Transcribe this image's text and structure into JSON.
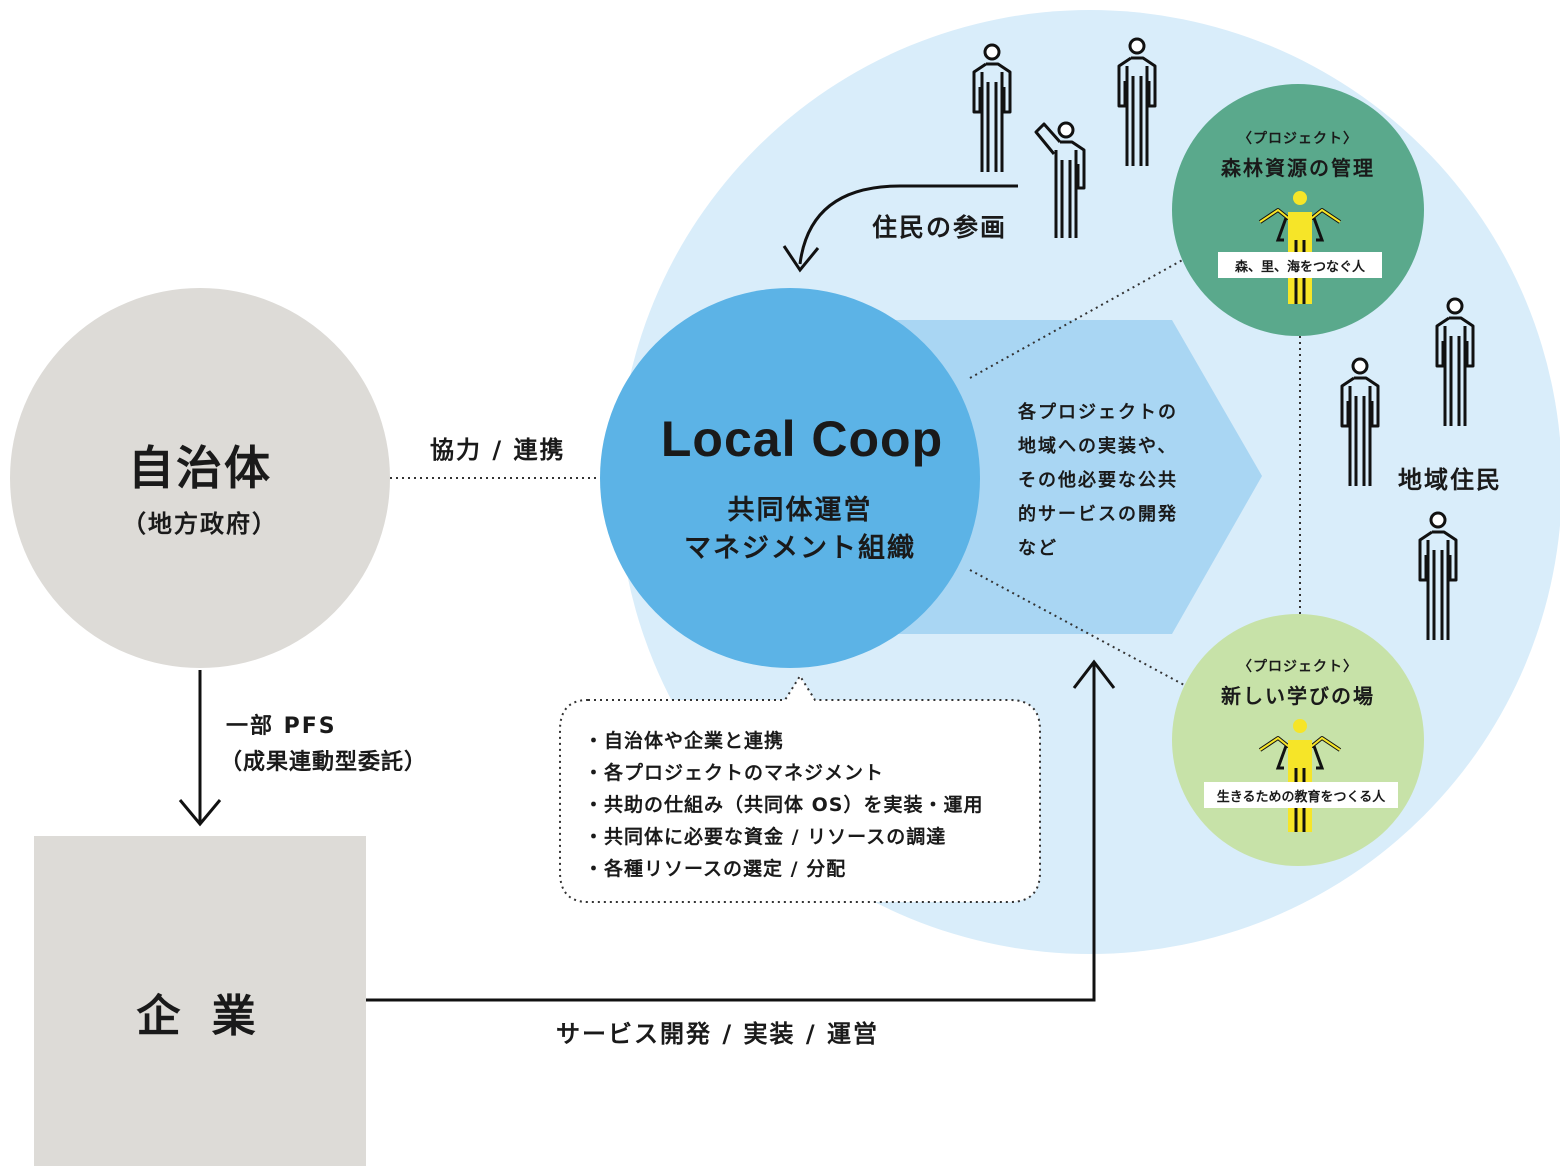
{
  "colors": {
    "community_bg": "#d9edfa",
    "local_coop": "#5cb3e6",
    "arrow_band": "#a9d6f3",
    "government": "#dddbd7",
    "company": "#dddbd7",
    "project_forest": "#5aa98c",
    "project_learning": "#c7e2a8",
    "person_highlight": "#f6e528"
  },
  "government": {
    "title": "自治体",
    "subtitle": "（地方政府）"
  },
  "company": {
    "title": "企 業"
  },
  "local_coop": {
    "title": "Local Coop",
    "line1": "共同体運営",
    "line2": "マネジメント組織"
  },
  "edges": {
    "cooperation": "協力 / 連携",
    "pfs_line1": "一部 PFS",
    "pfs_line2": "（成果連動型委託）",
    "service": "サービス開発 / 実装 / 運営",
    "resident_participation": "住民の参画"
  },
  "band_text": [
    "各プロジェクトの",
    "地域への実装や、",
    "その他必要な公共",
    "的サービスの開発",
    "など"
  ],
  "roles": [
    "・自治体や企業と連携",
    "・各プロジェクトのマネジメント",
    "・共助の仕組み（共同体 OS）を実装・運用",
    "・共同体に必要な資金 / リソースの調達",
    "・各種リソースの選定 / 分配"
  ],
  "projects": [
    {
      "tag": "〈プロジェクト〉",
      "title": "森林資源の管理",
      "person": "森、里、海をつなぐ人"
    },
    {
      "tag": "〈プロジェクト〉",
      "title": "新しい学びの場",
      "person": "生きるための教育をつくる人"
    }
  ],
  "residents_label": "地域住民"
}
